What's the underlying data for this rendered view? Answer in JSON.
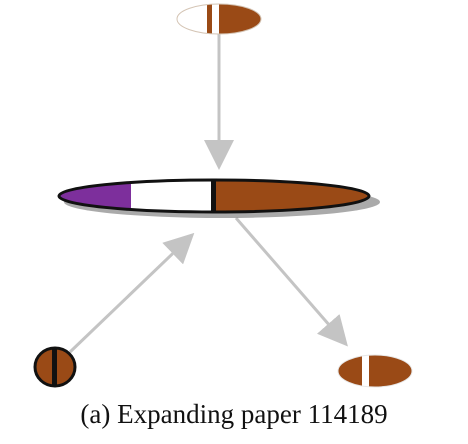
{
  "caption": {
    "label": "(a)",
    "text": "Expanding paper 114189"
  },
  "colors": {
    "background": "#ffffff",
    "edge": "#c4c4c4",
    "node_brown": "#9a4a16",
    "node_purple": "#7d2f9c",
    "node_white": "#ffffff",
    "outline": "#111111",
    "shadow": "#8e8e8e"
  },
  "nodes": [
    {
      "id": "top-node",
      "segments": [
        "white",
        "brown"
      ]
    },
    {
      "id": "center-node",
      "segments": [
        "purple",
        "white",
        "brown"
      ]
    },
    {
      "id": "bottom-left-node",
      "segments": [
        "brown",
        "black-bar",
        "brown"
      ]
    },
    {
      "id": "bottom-right-node",
      "segments": [
        "brown",
        "white",
        "brown"
      ]
    }
  ],
  "edges": [
    {
      "from": "top-node",
      "to": "center-node"
    },
    {
      "from": "bottom-left-node",
      "to": "center-node"
    },
    {
      "from": "center-node",
      "to": "bottom-right-node"
    }
  ]
}
